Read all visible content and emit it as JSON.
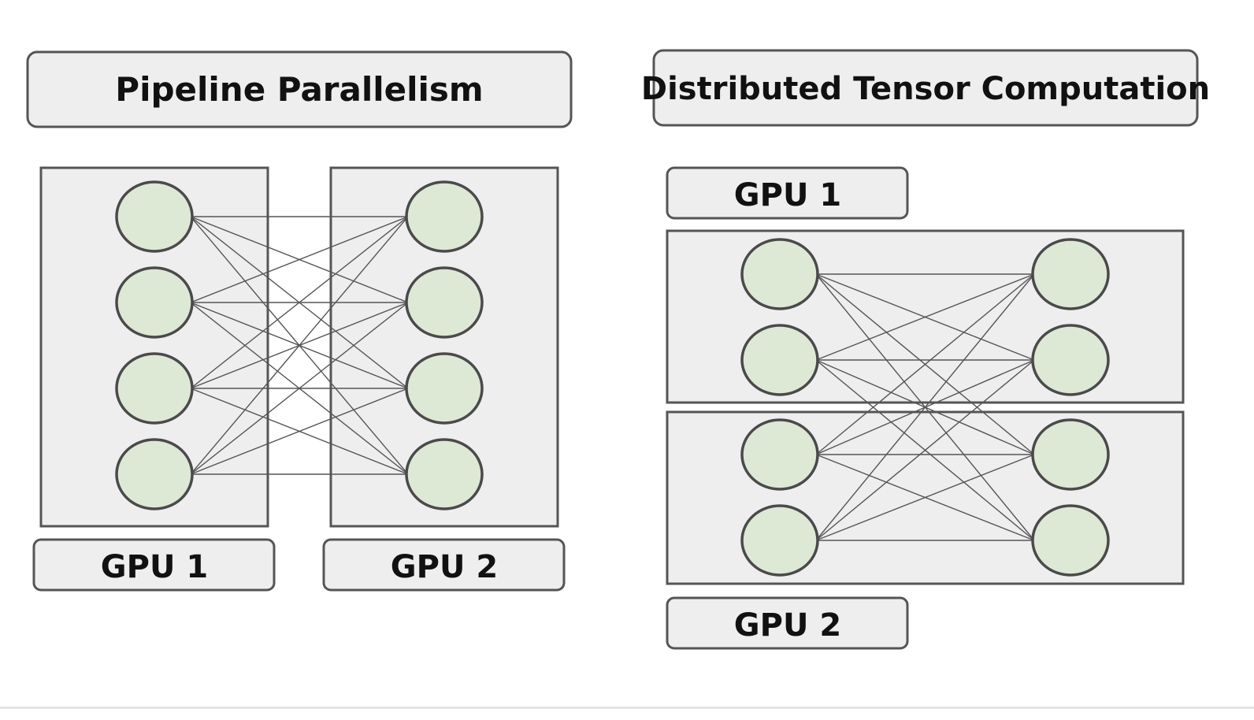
{
  "pipeline": {
    "title": "Pipeline Parallelism",
    "gpu1_label": "GPU 1",
    "gpu2_label": "GPU 2",
    "layer_a_nodes": 4,
    "layer_b_nodes": 4
  },
  "tensor": {
    "title": "Distributed Tensor Computation",
    "gpu1_label": "GPU 1",
    "gpu2_label": "GPU 2",
    "layer_a_nodes": 4,
    "layer_b_nodes": 4
  },
  "colors": {
    "box_fill": "#eeeeee",
    "box_stroke": "#555555",
    "node_fill": "#dde8d5",
    "node_stroke": "#4a4a4a",
    "edge": "#555555",
    "text": "#111111"
  }
}
